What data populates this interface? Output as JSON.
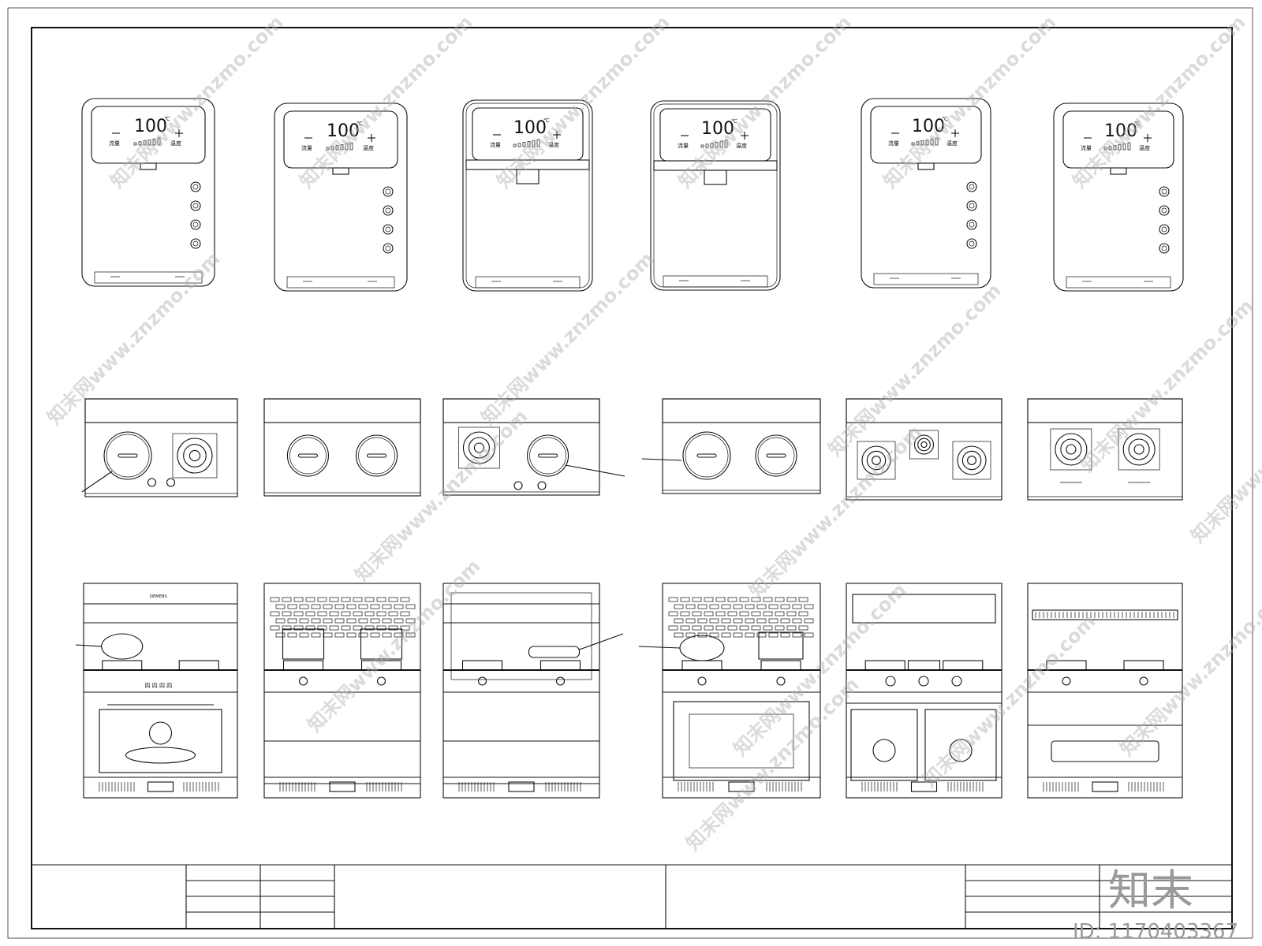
{
  "water_heater": {
    "temperature": "100",
    "unit": "℃",
    "flow_label": "流量",
    "temp_label": "温度"
  },
  "hob_brand": "SIEMENS",
  "stove_controls": "四 四 四 四",
  "brand_label": "SIEMENS",
  "logo_text": "知末",
  "image_id": "ID: 1170403367",
  "watermark": "知末网www.znzmo.com"
}
